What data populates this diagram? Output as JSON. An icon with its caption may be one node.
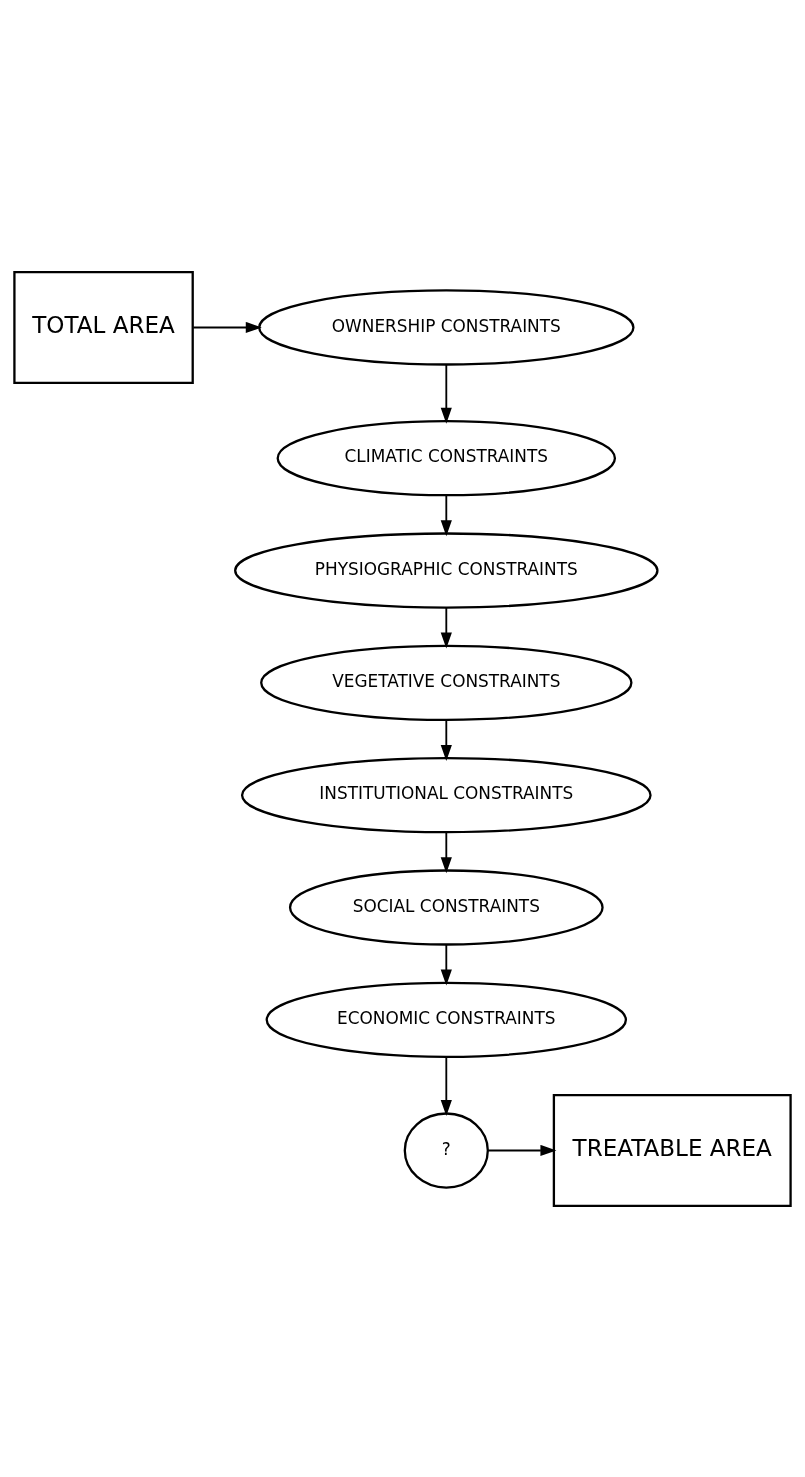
{
  "diagram": {
    "nodes": [
      {
        "text": [
          "TOTAL AREA"
        ]
      },
      {
        "text": [
          "OWNERSHIP CONSTRAINTS"
        ]
      },
      {
        "text": [
          "CLIMATIC CONSTRAINTS"
        ]
      },
      {
        "text": [
          "PHYSIOGRAPHIC CONSTRAINTS"
        ]
      },
      {
        "text": [
          "VEGETATIVE CONSTRAINTS"
        ]
      },
      {
        "text": [
          "INSTITUTIONAL CONSTRAINTS"
        ]
      },
      {
        "text": [
          "SOCIAL CONSTRAINTS"
        ]
      },
      {
        "text": [
          "ECONOMIC CONSTRAINTS"
        ]
      },
      {
        "text": [
          "?"
        ]
      },
      {
        "text": [
          "TREATABLE AREA"
        ]
      }
    ],
    "edges": [
      {
        "from": 0,
        "to": 1,
        "arrow": "to"
      },
      {
        "from": 1,
        "to": 2,
        "arrow": "to"
      },
      {
        "from": 2,
        "to": 3,
        "arrow": "to"
      },
      {
        "from": 3,
        "to": 4,
        "arrow": "to"
      },
      {
        "from": 4,
        "to": 5,
        "arrow": "to"
      },
      {
        "from": 5,
        "to": 6,
        "arrow": "to"
      },
      {
        "from": 6,
        "to": 7,
        "arrow": "to"
      },
      {
        "from": 7,
        "to": 8,
        "arrow": "to"
      },
      {
        "from": 8,
        "to": 9,
        "arrow": "to"
      }
    ]
  }
}
